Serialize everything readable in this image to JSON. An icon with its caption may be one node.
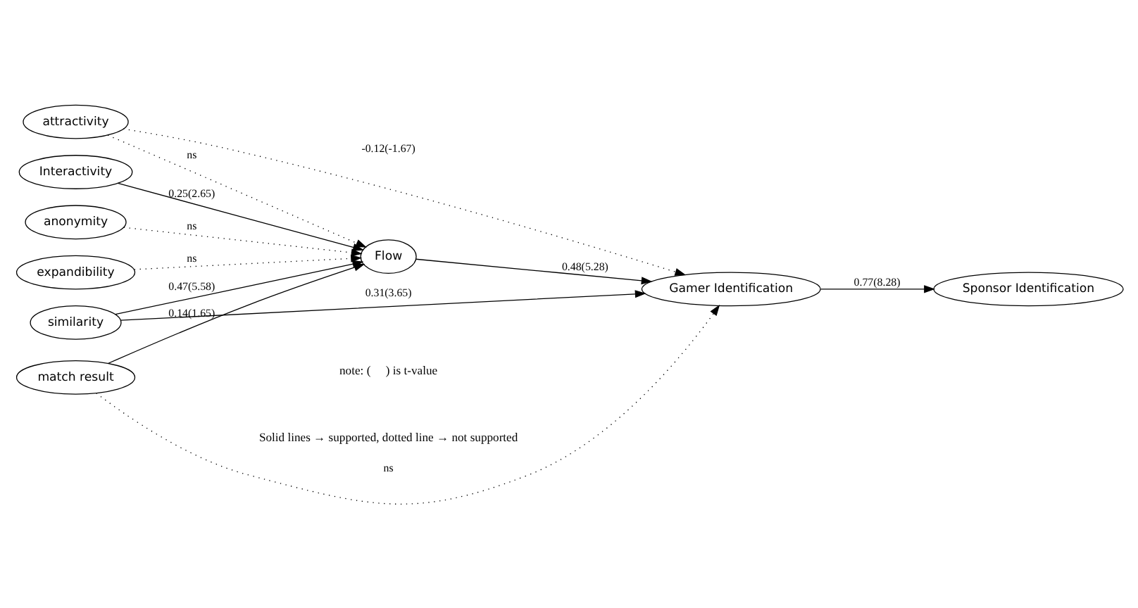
{
  "diagram": {
    "nodes": [
      {
        "text": [
          "Interactivity"
        ]
      },
      {
        "text": [
          "anonymity"
        ]
      },
      {
        "text": [
          "expandibility"
        ]
      },
      {
        "text": [
          "attractivity"
        ]
      },
      {
        "text": [
          "Flow"
        ]
      },
      {
        "text": [
          "similarity"
        ]
      },
      {
        "text": [
          "Gamer Identification"
        ]
      },
      {
        "text": [
          "match result"
        ]
      },
      {
        "text": [
          "Sponsor Identification"
        ]
      }
    ],
    "edges": [
      {
        "from": 0,
        "to": 4,
        "arrow": "to",
        "label": "0.25(2.65)"
      },
      {
        "from": 1,
        "to": 4,
        "arrow": "to",
        "label": "ns",
        "style": "dashed"
      },
      {
        "from": 2,
        "to": 4,
        "arrow": "to",
        "label": "ns",
        "style": "dashed"
      },
      {
        "from": 3,
        "to": 4,
        "arrow": "to",
        "label": "ns",
        "style": "dashed"
      },
      {
        "from": 3,
        "to": 6,
        "arrow": "to",
        "label": "-0.12(-1.67)",
        "style": "dashed"
      },
      {
        "from": 5,
        "to": 4,
        "arrow": "to",
        "label": "0.47(5.58)"
      },
      {
        "from": 5,
        "to": 6,
        "arrow": "to",
        "label": "0.31(3.65)"
      },
      {
        "from": 7,
        "to": 4,
        "arrow": "to",
        "label": "0.14(1.65)"
      },
      {
        "from": 7,
        "to": 6,
        "arrow": "to",
        "label": "ns",
        "style": "dashed"
      },
      {
        "from": 4,
        "to": 6,
        "arrow": "to",
        "label": "0.48(5.28)"
      },
      {
        "from": 6,
        "to": 8,
        "arrow": "to",
        "label": "0.77(8.28)"
      }
    ],
    "labels": [
      "note: (     ) is t-value",
      "Solid lines → supported, dotted line → not supported"
    ]
  }
}
